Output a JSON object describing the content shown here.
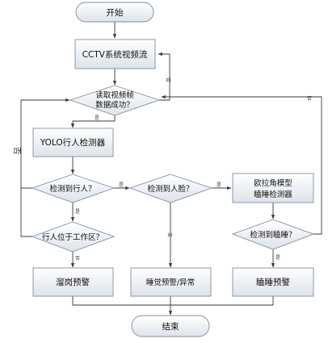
{
  "nodes": {
    "start": "开始",
    "cctv": "CCTV系统视频流",
    "read_frame_l1": "读取视频帧",
    "read_frame_l2": "数据成功？",
    "yolo": "YOLO行人检测器",
    "detect_person": "检测到行人？",
    "detect_face": "检测到人脸？",
    "euler_l1": "欧拉角模型",
    "euler_l2": "瞌睡检测器",
    "detect_sleep": "检测到瞌睡？",
    "in_work_area": "行人位于工作区？",
    "leave_warning": "溜岗预警",
    "sleep_warning": "睡觉预警/异常",
    "doze_warning": "瞌睡预警",
    "end": "结束"
  },
  "edge_labels": {
    "read_no": "否",
    "read_yes": "是",
    "person_yes_right": "是",
    "person_yes_down": "是",
    "face_yes": "是",
    "face_no": "否",
    "sleep_yes": "是",
    "sleep_no": "否",
    "work_no": "否",
    "left_loop_no": "否"
  }
}
